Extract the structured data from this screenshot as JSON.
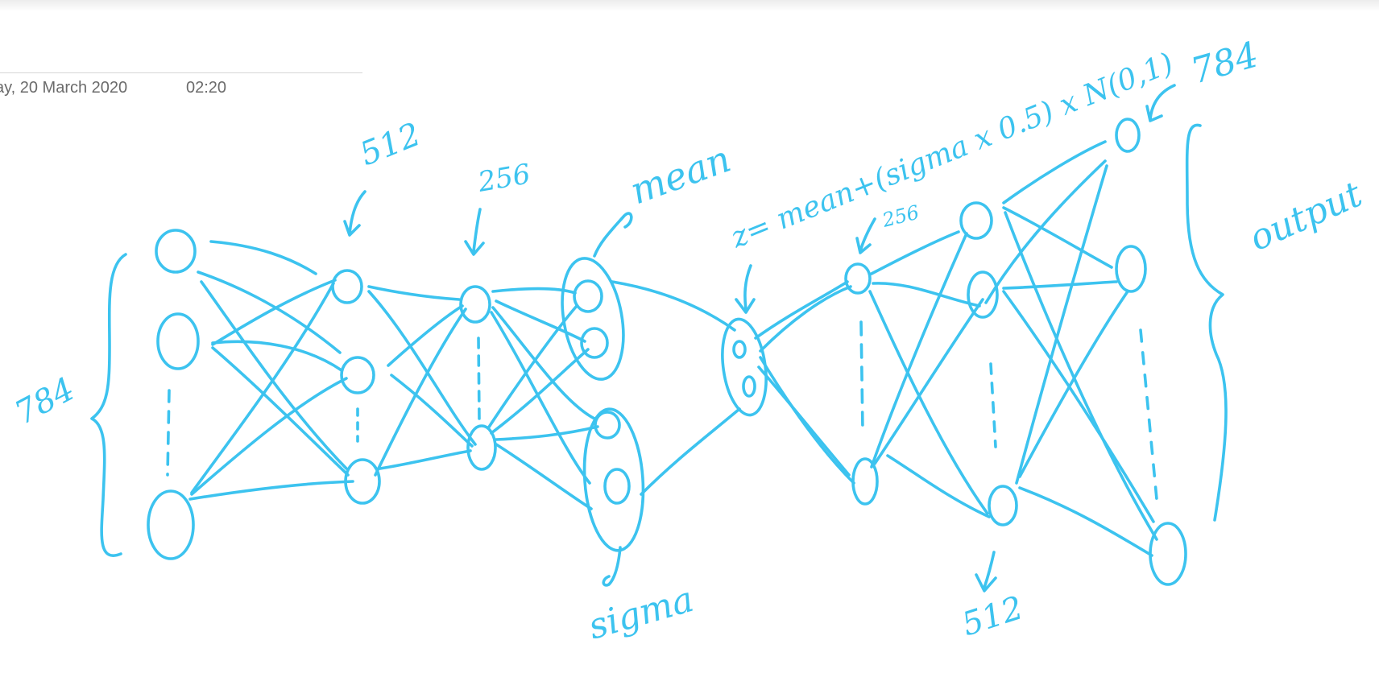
{
  "page": {
    "date": "ay, 20 March 2020",
    "time": "02:20"
  },
  "annotations": {
    "input_size": "784",
    "enc_layer1": "512",
    "enc_layer2": "256",
    "mean": "mean",
    "sigma": "sigma",
    "z_formula": "z= mean+(sigma x 0.5) x N(0,1)",
    "dec_layer1": "256",
    "dec_layer2": "512",
    "output_size": "784",
    "output": "output"
  },
  "colors": {
    "ink": "#3cc3ef",
    "meta_text": "#6b6b6b"
  }
}
